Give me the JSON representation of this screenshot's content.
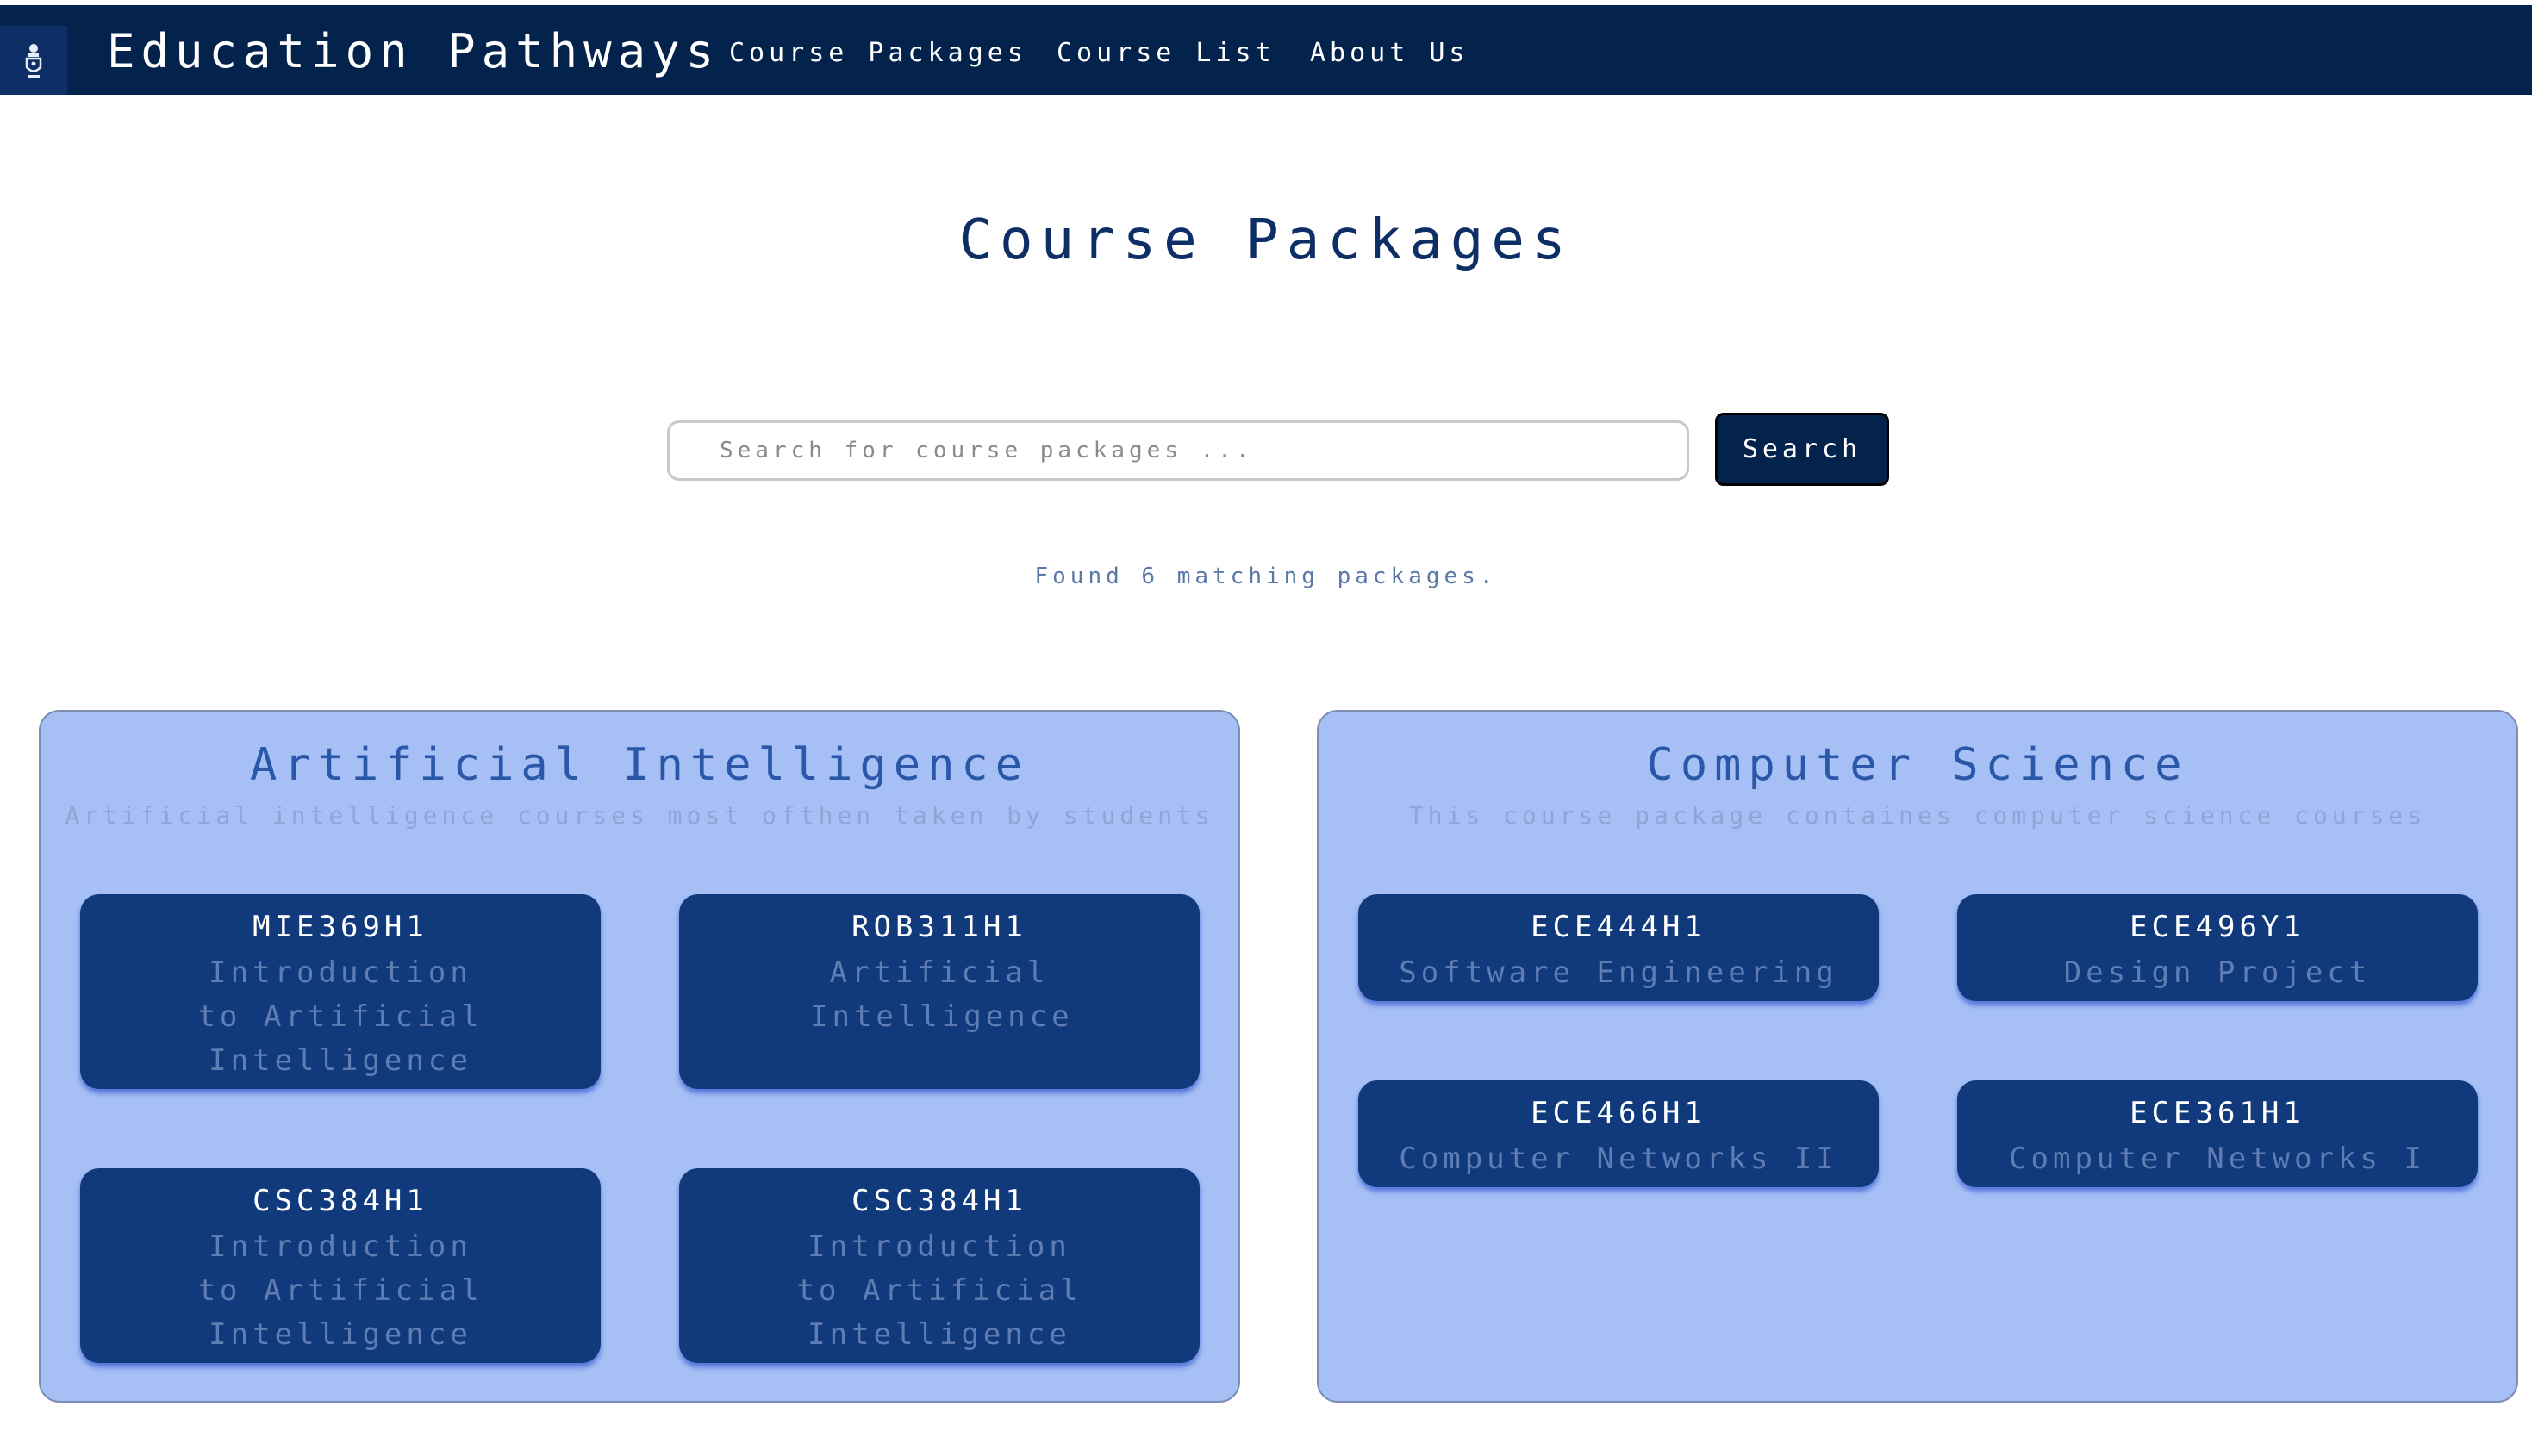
{
  "header": {
    "brand": "Education Pathways",
    "nav": [
      "Course Packages",
      "Course List",
      "About Us"
    ]
  },
  "main": {
    "title": "Course Packages",
    "search": {
      "placeholder": "Search for course packages ...",
      "value": "",
      "button_label": "Search"
    },
    "result_text": "Found 6 matching packages."
  },
  "packages": [
    {
      "title": "Artificial Intelligence",
      "description": "Artificial intelligence courses most ofthen taken by students",
      "courses": [
        {
          "code": "MIE369H1",
          "name": "Introduction to Artificial Intelligence"
        },
        {
          "code": "ROB311H1",
          "name": "Artificial Intelligence"
        },
        {
          "code": "CSC384H1",
          "name": "Introduction to Artificial Intelligence"
        },
        {
          "code": "CSC384H1",
          "name": "Introduction to Artificial Intelligence"
        }
      ]
    },
    {
      "title": "Computer Science",
      "description": "This course package containes computer science courses",
      "courses": [
        {
          "code": "ECE444H1",
          "name": "Software Engineering"
        },
        {
          "code": "ECE496Y1",
          "name": "Design Project"
        },
        {
          "code": "ECE466H1",
          "name": "Computer Networks II"
        },
        {
          "code": "ECE361H1",
          "name": "Computer Networks I"
        }
      ]
    }
  ],
  "colors": {
    "navbar": "#03224c",
    "package_bg": "#a6bff5",
    "card_bg": "#113a7c",
    "title": "#0d2f66"
  },
  "icons": {
    "logo": "university-crest-icon"
  }
}
